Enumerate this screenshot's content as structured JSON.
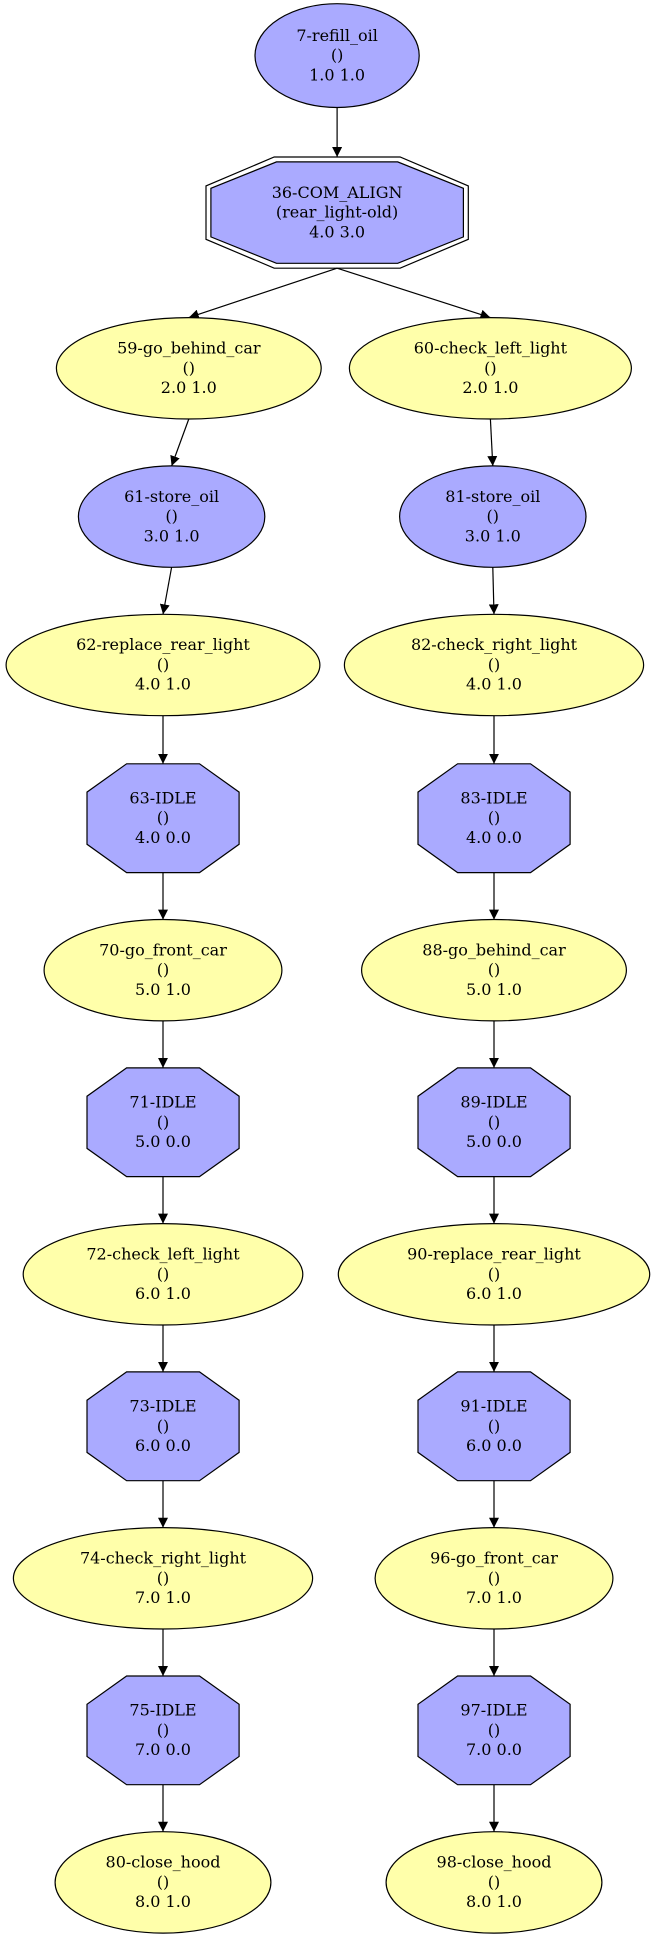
{
  "colors": {
    "blue_fill": "#aaaaff",
    "yellow_fill": "#ffffaa",
    "stroke": "#000000",
    "background": "#ffffff"
  },
  "nodes": [
    {
      "id": "n7",
      "shape": "ellipse",
      "color": "blue",
      "lines": [
        "7-refill_oil",
        "()",
        "1.0 1.0"
      ]
    },
    {
      "id": "n36",
      "shape": "double-octagon",
      "color": "blue",
      "lines": [
        "36-COM_ALIGN",
        "(rear_light-old)",
        "4.0 3.0"
      ]
    },
    {
      "id": "n59",
      "shape": "ellipse",
      "color": "yellow",
      "lines": [
        "59-go_behind_car",
        "()",
        "2.0 1.0"
      ]
    },
    {
      "id": "n60",
      "shape": "ellipse",
      "color": "yellow",
      "lines": [
        "60-check_left_light",
        "()",
        "2.0 1.0"
      ]
    },
    {
      "id": "n61",
      "shape": "ellipse",
      "color": "blue",
      "lines": [
        "61-store_oil",
        "()",
        "3.0 1.0"
      ]
    },
    {
      "id": "n81",
      "shape": "ellipse",
      "color": "blue",
      "lines": [
        "81-store_oil",
        "()",
        "3.0 1.0"
      ]
    },
    {
      "id": "n62",
      "shape": "ellipse",
      "color": "yellow",
      "lines": [
        "62-replace_rear_light",
        "()",
        "4.0 1.0"
      ]
    },
    {
      "id": "n82",
      "shape": "ellipse",
      "color": "yellow",
      "lines": [
        "82-check_right_light",
        "()",
        "4.0 1.0"
      ]
    },
    {
      "id": "n63",
      "shape": "octagon",
      "color": "blue",
      "lines": [
        "63-IDLE",
        "()",
        "4.0 0.0"
      ]
    },
    {
      "id": "n83",
      "shape": "octagon",
      "color": "blue",
      "lines": [
        "83-IDLE",
        "()",
        "4.0 0.0"
      ]
    },
    {
      "id": "n70",
      "shape": "ellipse",
      "color": "yellow",
      "lines": [
        "70-go_front_car",
        "()",
        "5.0 1.0"
      ]
    },
    {
      "id": "n88",
      "shape": "ellipse",
      "color": "yellow",
      "lines": [
        "88-go_behind_car",
        "()",
        "5.0 1.0"
      ]
    },
    {
      "id": "n71",
      "shape": "octagon",
      "color": "blue",
      "lines": [
        "71-IDLE",
        "()",
        "5.0 0.0"
      ]
    },
    {
      "id": "n89",
      "shape": "octagon",
      "color": "blue",
      "lines": [
        "89-IDLE",
        "()",
        "5.0 0.0"
      ]
    },
    {
      "id": "n72",
      "shape": "ellipse",
      "color": "yellow",
      "lines": [
        "72-check_left_light",
        "()",
        "6.0 1.0"
      ]
    },
    {
      "id": "n90",
      "shape": "ellipse",
      "color": "yellow",
      "lines": [
        "90-replace_rear_light",
        "()",
        "6.0 1.0"
      ]
    },
    {
      "id": "n73",
      "shape": "octagon",
      "color": "blue",
      "lines": [
        "73-IDLE",
        "()",
        "6.0 0.0"
      ]
    },
    {
      "id": "n91",
      "shape": "octagon",
      "color": "blue",
      "lines": [
        "91-IDLE",
        "()",
        "6.0 0.0"
      ]
    },
    {
      "id": "n74",
      "shape": "ellipse",
      "color": "yellow",
      "lines": [
        "74-check_right_light",
        "()",
        "7.0 1.0"
      ]
    },
    {
      "id": "n96",
      "shape": "ellipse",
      "color": "yellow",
      "lines": [
        "96-go_front_car",
        "()",
        "7.0 1.0"
      ]
    },
    {
      "id": "n75",
      "shape": "octagon",
      "color": "blue",
      "lines": [
        "75-IDLE",
        "()",
        "7.0 0.0"
      ]
    },
    {
      "id": "n97",
      "shape": "octagon",
      "color": "blue",
      "lines": [
        "97-IDLE",
        "()",
        "7.0 0.0"
      ]
    },
    {
      "id": "n80",
      "shape": "ellipse",
      "color": "yellow",
      "lines": [
        "80-close_hood",
        "()",
        "8.0 1.0"
      ]
    },
    {
      "id": "n98",
      "shape": "ellipse",
      "color": "yellow",
      "lines": [
        "98-close_hood",
        "()",
        "8.0 1.0"
      ]
    }
  ],
  "edges": [
    [
      "n7",
      "n36"
    ],
    [
      "n36",
      "n59"
    ],
    [
      "n36",
      "n60"
    ],
    [
      "n59",
      "n61"
    ],
    [
      "n61",
      "n62"
    ],
    [
      "n62",
      "n63"
    ],
    [
      "n63",
      "n70"
    ],
    [
      "n70",
      "n71"
    ],
    [
      "n71",
      "n72"
    ],
    [
      "n72",
      "n73"
    ],
    [
      "n73",
      "n74"
    ],
    [
      "n74",
      "n75"
    ],
    [
      "n75",
      "n80"
    ],
    [
      "n60",
      "n81"
    ],
    [
      "n81",
      "n82"
    ],
    [
      "n82",
      "n83"
    ],
    [
      "n83",
      "n88"
    ],
    [
      "n88",
      "n89"
    ],
    [
      "n89",
      "n90"
    ],
    [
      "n90",
      "n91"
    ],
    [
      "n91",
      "n96"
    ],
    [
      "n96",
      "n97"
    ],
    [
      "n97",
      "n98"
    ]
  ]
}
